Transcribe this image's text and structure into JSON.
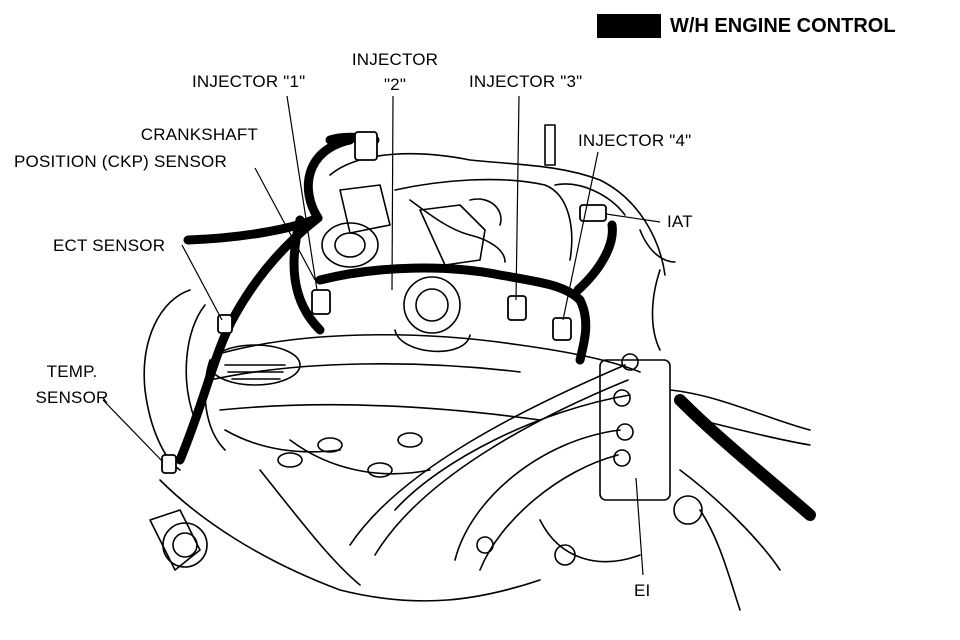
{
  "legend": {
    "label": "W/H ENGINE CONTROL",
    "swatch_color": "#000000"
  },
  "labels": {
    "injector_1": "INJECTOR \"1\"",
    "injector_2_line1": "INJECTOR",
    "injector_2_line2": "\"2\"",
    "injector_3": "INJECTOR \"3\"",
    "injector_4": "INJECTOR \"4\"",
    "ckp_line1": "CRANKSHAFT",
    "ckp_line2": "POSITION (CKP) SENSOR",
    "ect": "ECT SENSOR",
    "iat": "IAT",
    "temp_line1": "TEMP.",
    "temp_line2": "SENSOR",
    "ei": "EI"
  }
}
